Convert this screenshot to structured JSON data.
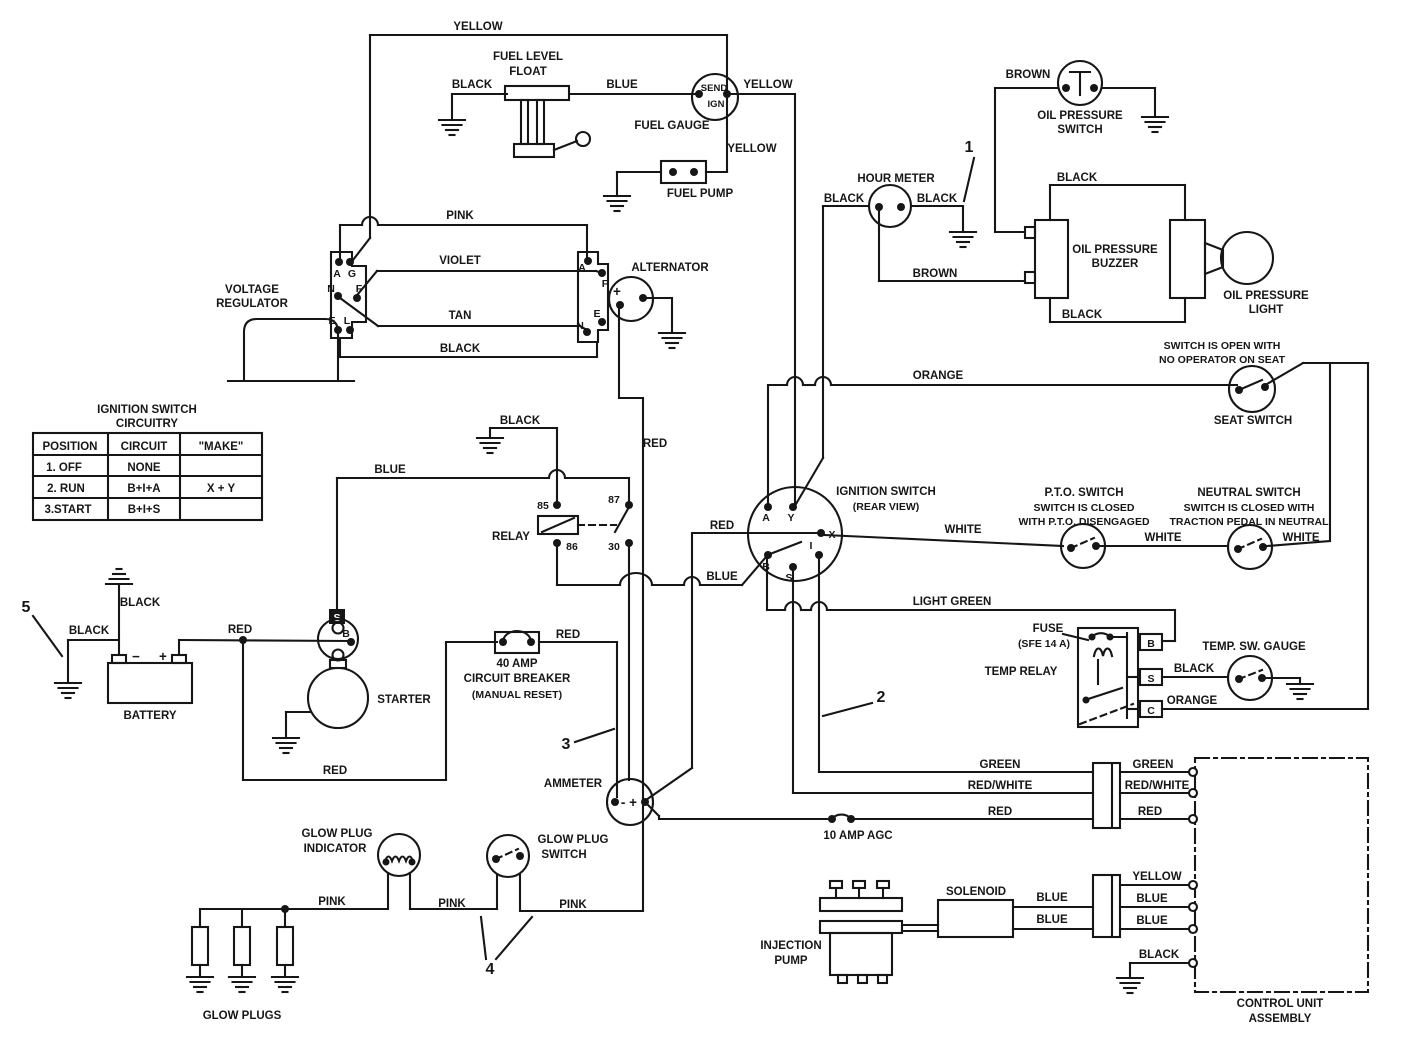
{
  "colors": {
    "ink": "#161616",
    "bg": "#ffffff"
  },
  "w": {
    "yellow": "YELLOW",
    "black": "BLACK",
    "blue": "BLUE",
    "pink": "PINK",
    "violet": "VIOLET",
    "tan": "TAN",
    "red": "RED",
    "brown": "BROWN",
    "orange": "ORANGE",
    "white": "WHITE",
    "light_green": "LIGHT GREEN",
    "green": "GREEN",
    "red_white": "RED/WHITE"
  },
  "c": {
    "fuel_level_float_1": "FUEL LEVEL",
    "fuel_level_float_2": "FLOAT",
    "fuel_gauge": "FUEL GAUGE",
    "send": "SEND",
    "ign": "IGN",
    "fuel_pump": "FUEL PUMP",
    "voltage_regulator_1": "VOLTAGE",
    "voltage_regulator_2": "REGULATOR",
    "alternator": "ALTERNATOR",
    "relay": "RELAY",
    "ignition_switch_1": "IGNITION SWITCH",
    "ignition_switch_2": "(REAR VIEW)",
    "hour_meter": "HOUR METER",
    "oil_pressure_switch_1": "OIL PRESSURE",
    "oil_pressure_switch_2": "SWITCH",
    "oil_pressure_buzzer_1": "OIL PRESSURE",
    "oil_pressure_buzzer_2": "BUZZER",
    "oil_pressure_light_1": "OIL PRESSURE",
    "oil_pressure_light_2": "LIGHT",
    "seat_note_1": "SWITCH IS OPEN WITH",
    "seat_note_2": "NO OPERATOR ON SEAT",
    "seat_switch": "SEAT SWITCH",
    "pto_switch": "P.T.O. SWITCH",
    "pto_note_1": "SWITCH IS CLOSED",
    "pto_note_2": "WITH P.T.O. DISENGAGED",
    "neutral_switch": "NEUTRAL SWITCH",
    "neutral_note_1": "SWITCH IS CLOSED WITH",
    "neutral_note_2": "TRACTION PEDAL IN NEUTRAL",
    "temp_relay": "TEMP RELAY",
    "fuse_1": "FUSE",
    "fuse_2": "(SFE 14 A)",
    "temp_sw_gauge": "TEMP. SW. GAUGE",
    "ammeter": "AMMETER",
    "ammeter_polarity": "- +",
    "breaker_1": "40 AMP",
    "breaker_2": "CIRCUIT BREAKER",
    "breaker_3": "(MANUAL RESET)",
    "agc_fuse": "10 AMP AGC",
    "battery": "BATTERY",
    "starter": "STARTER",
    "glow_plug_indicator_1": "GLOW PLUG",
    "glow_plug_indicator_2": "INDICATOR",
    "glow_plug_switch_1": "GLOW PLUG",
    "glow_plug_switch_2": "SWITCH",
    "glow_plugs": "GLOW PLUGS",
    "solenoid": "SOLENOID",
    "injection_pump_1": "INJECTION",
    "injection_pump_2": "PUMP",
    "control_unit_1": "CONTROL UNIT",
    "control_unit_2": "ASSEMBLY"
  },
  "t": {
    "a": "A",
    "g": "G",
    "n": "N",
    "f": "F",
    "e": "E",
    "l": "L",
    "b": "B",
    "s": "S",
    "c": "C",
    "i": "I",
    "x": "X",
    "y": "Y",
    "r85": "85",
    "r86": "86",
    "r87": "87",
    "r30": "30",
    "plus": "+",
    "minus": "−"
  },
  "table": {
    "title_1": "IGNITION SWITCH",
    "title_2": "CIRCUITRY",
    "headers": [
      "POSITION",
      "CIRCUIT",
      "\"MAKE\""
    ],
    "rows": [
      [
        "1. OFF",
        "NONE",
        ""
      ],
      [
        "2. RUN",
        "B+I+A",
        "X + Y"
      ],
      [
        "3.START",
        "B+I+S",
        ""
      ]
    ]
  },
  "callouts": {
    "n1": "1",
    "n2": "2",
    "n3": "3",
    "n4": "4",
    "n5": "5"
  }
}
